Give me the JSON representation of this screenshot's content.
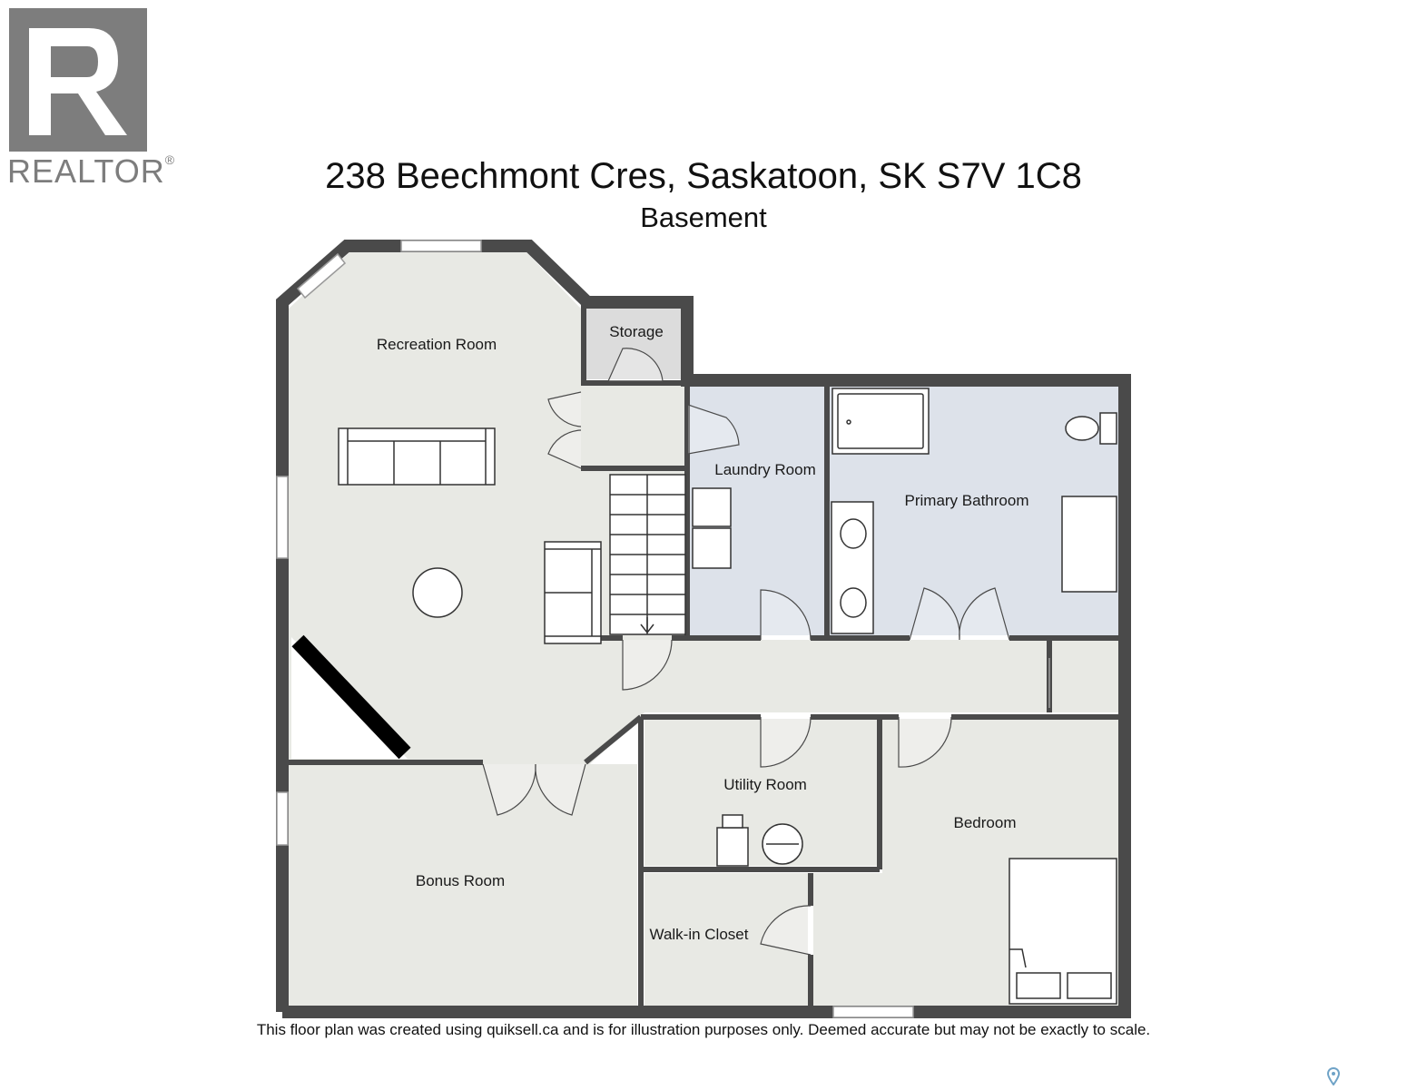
{
  "branding": {
    "logo_text": "REALTOR",
    "logo_mark": "R"
  },
  "header": {
    "address": "238 Beechmont Cres, Saskatoon, SK S7V 1C8",
    "level": "Basement"
  },
  "rooms": {
    "recreation": "Recreation Room",
    "storage": "Storage",
    "laundry": "Laundry Room",
    "primary_bath": "Primary Bathroom",
    "utility": "Utility Room",
    "bedroom": "Bedroom",
    "bonus": "Bonus Room",
    "walkin": "Walk-in Closet"
  },
  "footer": {
    "disclaimer": "This floor plan was created using quiksell.ca and is for illustration purposes only. Deemed accurate but may not be exactly to scale."
  },
  "colors": {
    "wall": "#4a4a4a",
    "floor": "#e8e9e4",
    "wet_floor": "#dde2ea",
    "storage_floor": "#dcdcdc"
  },
  "icons": [
    "location-pin-icon"
  ]
}
